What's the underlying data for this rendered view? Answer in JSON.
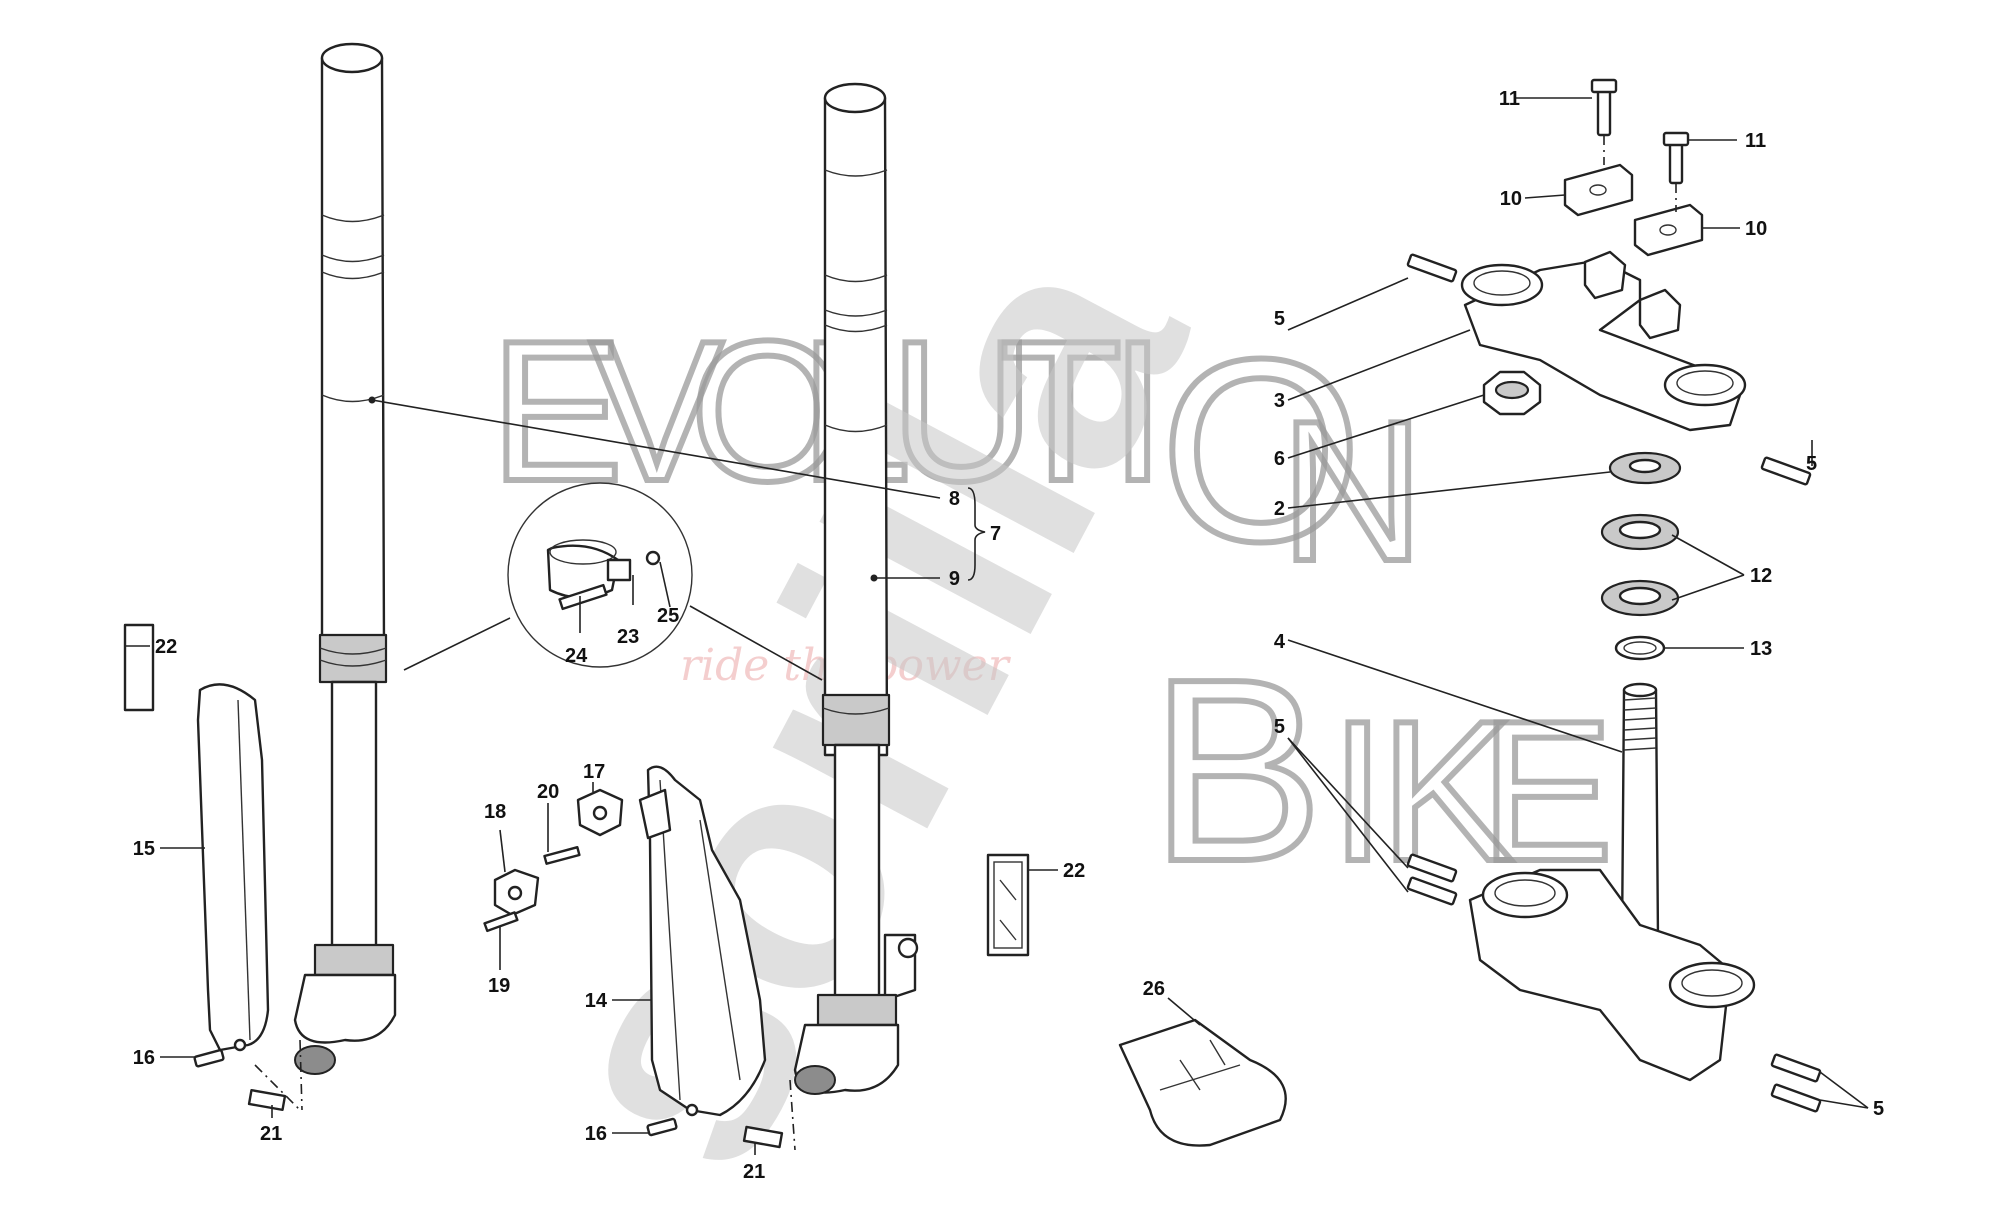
{
  "watermark": {
    "brand_letters_top": [
      "E",
      "V",
      "O",
      "L",
      "U",
      "T",
      "I",
      "O",
      "N"
    ],
    "brand_letters_bottom": [
      "B",
      "I",
      "K",
      "E"
    ],
    "tagline": "ride the power",
    "overlay": "sorilla"
  },
  "callouts": {
    "c2": "2",
    "c3": "3",
    "c4": "4",
    "c5a": "5",
    "c5b": "5",
    "c5c": "5",
    "c5d": "5",
    "c6": "6",
    "c7": "7",
    "c8": "8",
    "c9": "9",
    "c10a": "10",
    "c10b": "10",
    "c11a": "11",
    "c11b": "11",
    "c12": "12",
    "c13": "13",
    "c14": "14",
    "c15": "15",
    "c16a": "16",
    "c16b": "16",
    "c17": "17",
    "c18": "18",
    "c19": "19",
    "c20": "20",
    "c21a": "21",
    "c21b": "21",
    "c22a": "22",
    "c22b": "22",
    "c23": "23",
    "c24": "24",
    "c25": "25",
    "c26": "26"
  }
}
